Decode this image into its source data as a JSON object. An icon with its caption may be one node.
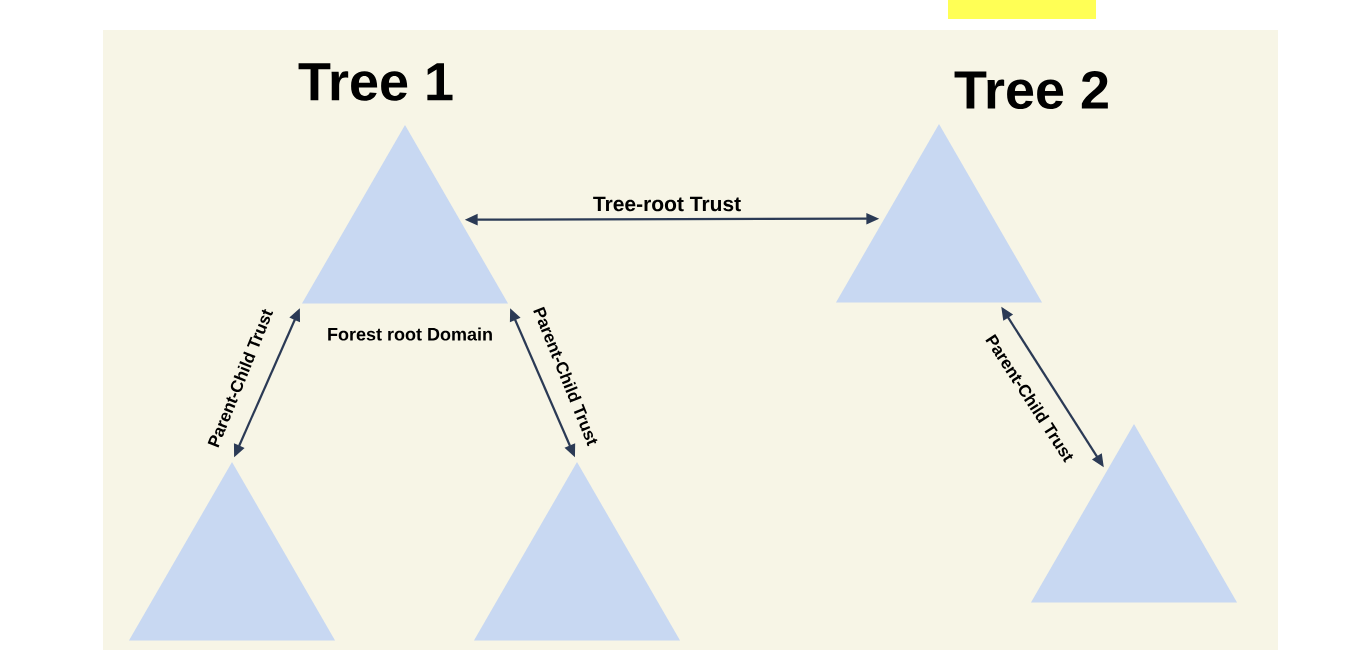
{
  "diagram": {
    "nodes": [
      {
        "text": [],
        "shape": "triangle",
        "beside": [
          "Forest root Domain"
        ]
      },
      {
        "text": [],
        "shape": "triangle"
      },
      {
        "text": [],
        "shape": "triangle"
      },
      {
        "text": [],
        "shape": "triangle"
      },
      {
        "text": [],
        "shape": "triangle"
      }
    ],
    "edges": [
      {
        "from": 0,
        "to": 3,
        "arrow": "both",
        "label": "Tree-root Trust"
      },
      {
        "from": 0,
        "to": 1,
        "arrow": "both",
        "label": "Parent-Child Trust"
      },
      {
        "from": 0,
        "to": 2,
        "arrow": "both",
        "label": "Parent-Child Trust"
      },
      {
        "from": 3,
        "to": 4,
        "arrow": "both",
        "label": "Parent-Child Trust"
      }
    ],
    "labels": [
      "Tree 1",
      "Tree 2"
    ]
  }
}
